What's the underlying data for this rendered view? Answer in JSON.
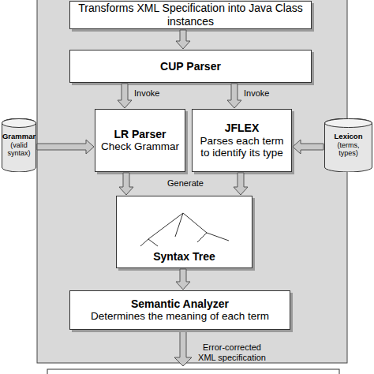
{
  "diagram": {
    "nodes": [
      {
        "text": [
          "Transforms XML Specification into Java Class instances"
        ]
      },
      {
        "text": [
          "CUP Parser"
        ]
      },
      {
        "text": [
          "Grammar",
          "(valid syntax)"
        ]
      },
      {
        "text": [
          "LR Parser",
          "Check Grammar"
        ]
      },
      {
        "text": [
          "JFLEX",
          "Parses each term to identify its type"
        ]
      },
      {
        "text": [
          "Lexicon",
          "(terms, types)"
        ]
      },
      {
        "text": [
          "Syntax Tree"
        ]
      },
      {
        "text": [
          "Semantic Analyzer",
          "Determines the meaning of each term"
        ]
      }
    ],
    "edges": [
      {
        "from": 0,
        "to": 1,
        "arrow": "to"
      },
      {
        "from": 1,
        "to": 3,
        "label": "Invoke",
        "arrow": "to"
      },
      {
        "from": 1,
        "to": 4,
        "label": "Invoke",
        "arrow": "to"
      },
      {
        "from": 2,
        "to": 3,
        "arrow": "to"
      },
      {
        "from": 5,
        "to": 4,
        "arrow": "to"
      },
      {
        "from": 3,
        "to": 6,
        "arrow": "to"
      },
      {
        "from": 4,
        "to": 6,
        "arrow": "to"
      },
      {
        "from": 6,
        "to": 7,
        "arrow": "to"
      }
    ],
    "labels": [
      "Generate",
      "Error-corrected XML specification"
    ]
  }
}
